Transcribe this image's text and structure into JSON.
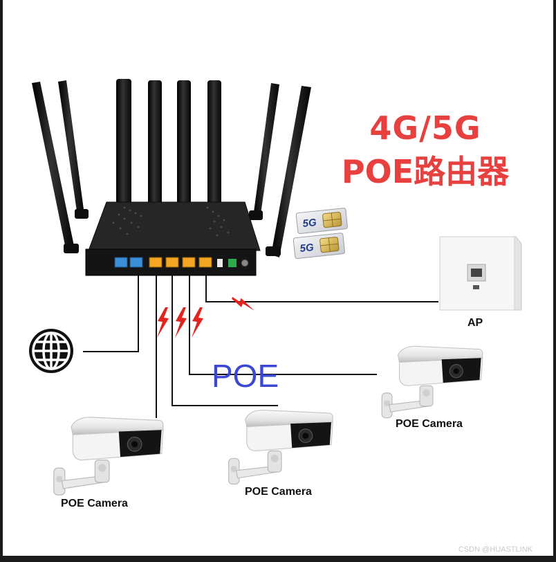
{
  "title": {
    "line1": "4G/5G",
    "line2": "POE路由器"
  },
  "sim_cards": [
    {
      "label": "5G"
    },
    {
      "label": "5G"
    }
  ],
  "link_label": "POE",
  "ap": {
    "label": "AP"
  },
  "cameras": [
    {
      "label": "POE Camera"
    },
    {
      "label": "POE Camera"
    },
    {
      "label": "POE Camera"
    }
  ],
  "icons": {
    "internet": "globe-icon",
    "router": "router-icon",
    "signal": "lightning-icon"
  },
  "colors": {
    "title": "#e8403e",
    "poe_label": "#3b47d6",
    "lightning": "#e3241e",
    "lan_port": "#f5a623",
    "wan_port": "#3a8fd8",
    "router_body": "#1a1a1a"
  },
  "watermark": "CSDN @HUASTLINK"
}
